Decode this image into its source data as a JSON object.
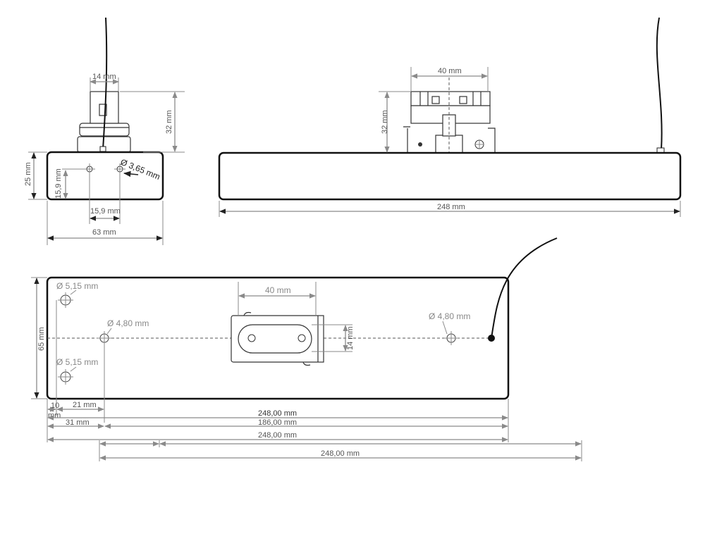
{
  "side_view": {
    "connector_width": "14 mm",
    "connector_height": "32 mm",
    "body_height": "25 mm",
    "hole_height": "15,9 mm",
    "hole_diameter": "Ø 3,65 mm",
    "hole_spacing": "15,9 mm",
    "body_width": "63 mm"
  },
  "front_view": {
    "adapter_width": "40 mm",
    "adapter_height": "32 mm",
    "length": "248 mm"
  },
  "bottom_view": {
    "hole_a_top": "Ø 5,15 mm",
    "hole_a_bottom": "Ø 5,15 mm",
    "hole_b_left": "Ø 4,80 mm",
    "hole_b_right": "Ø 4,80 mm",
    "adapter_width": "40 mm",
    "adapter_depth": "14 mm",
    "width": "65 mm",
    "dims": {
      "d10": "10",
      "d10_unit": "mm",
      "d21": "21 mm",
      "d248a": "248,00 mm",
      "d31": "31 mm",
      "d186": "186,00 mm",
      "d248b": "248,00 mm",
      "d248c": "248,00 mm"
    }
  }
}
